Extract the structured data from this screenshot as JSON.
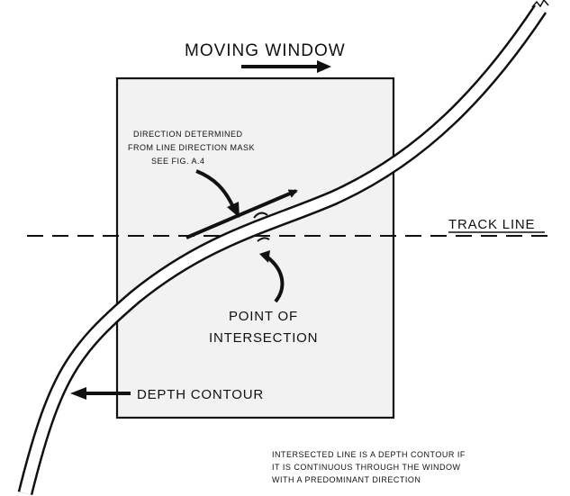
{
  "labels": {
    "moving_window": "MOVING WINDOW",
    "direction_note": [
      "DIRECTION DETERMINED",
      "FROM LINE DIRECTION MASK",
      "SEE FIG. A.4"
    ],
    "track_line": "TRACK LINE",
    "point_of_intersection": [
      "POINT OF",
      "INTERSECTION"
    ],
    "depth_contour": "DEPTH CONTOUR",
    "footnote": [
      "INTERSECTED LINE IS A DEPTH CONTOUR IF",
      "IT IS CONTINUOUS THROUGH THE WINDOW",
      "WITH A PREDOMINANT DIRECTION"
    ]
  },
  "colors": {
    "ink": "#111111",
    "window_fill": "#f2f2f2",
    "paper": "#ffffff"
  }
}
